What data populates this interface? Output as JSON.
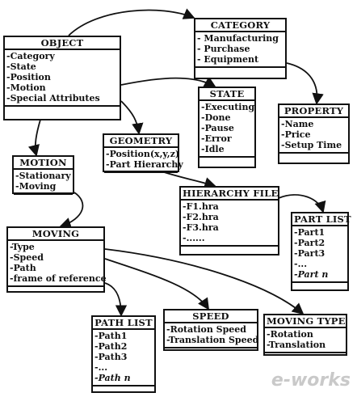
{
  "boxes": {
    "object": {
      "title": "OBJECT",
      "items": [
        "-Category",
        "-State",
        "-Position",
        "-Motion",
        "-Special Attributes"
      ]
    },
    "category": {
      "title": "CATEGORY",
      "items": [
        "- Manufacturing",
        "- Purchase",
        "- Equipment"
      ]
    },
    "state": {
      "title": "STATE",
      "items": [
        "-Executing",
        "-Done",
        "-Pause",
        "-Error",
        "-Idle"
      ]
    },
    "property": {
      "title": "PROPERTY",
      "items": [
        "-Name",
        "-Price",
        "-Setup Time"
      ]
    },
    "geometry": {
      "title": "GEOMETRY",
      "items": [
        "-Position(x,y,z)",
        "-Part Hierarchy"
      ]
    },
    "motion": {
      "title": "MOTION",
      "items": [
        "-Stationary",
        "-Moving"
      ]
    },
    "hierarchy": {
      "title": "HIERARCHY FILE",
      "items": [
        "-F1.hra",
        "-F2.hra",
        "-F3.hra",
        "-......"
      ]
    },
    "partlist": {
      "title": "PART LIST",
      "items": [
        "-Part1",
        "-Part2",
        "-Part3",
        "-...",
        "-Part n"
      ]
    },
    "moving": {
      "title": "MOVING",
      "items": [
        "-Type",
        "-Speed",
        "-Path",
        "-frame of reference"
      ]
    },
    "pathlist": {
      "title": "PATH LIST",
      "items": [
        "-Path1",
        "-Path2",
        "-Path3",
        "-...",
        "-Path n"
      ]
    },
    "speed": {
      "title": "SPEED",
      "items": [
        "-Rotation Speed",
        "-Translation Speed"
      ]
    },
    "movingtype": {
      "title": "MOVING TYPE",
      "items": [
        "-Rotation",
        "-Translation"
      ]
    }
  },
  "watermark": "e-works"
}
